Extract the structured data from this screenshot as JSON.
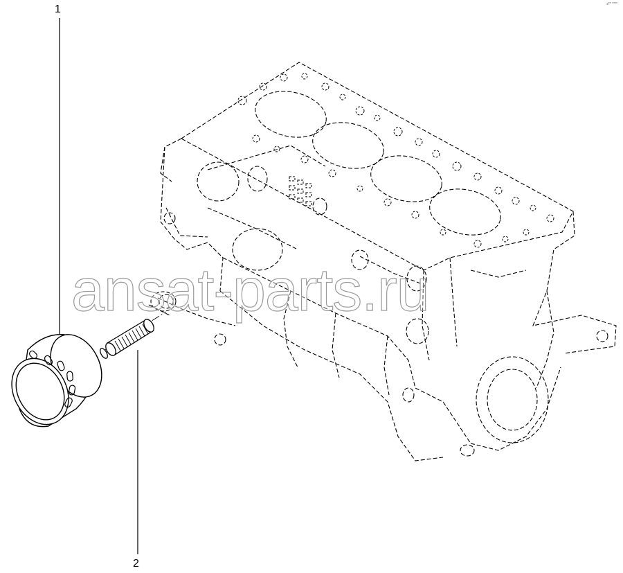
{
  "callouts": [
    {
      "number": "1",
      "part": "oil-filter"
    },
    {
      "number": "2",
      "part": "filter-stud"
    }
  ],
  "reference_code": "s** ****",
  "watermark": "ansat-parts.ru",
  "colors": {
    "line": "#000000",
    "watermark_outline": "#9a9a9a",
    "background": "#ffffff"
  }
}
